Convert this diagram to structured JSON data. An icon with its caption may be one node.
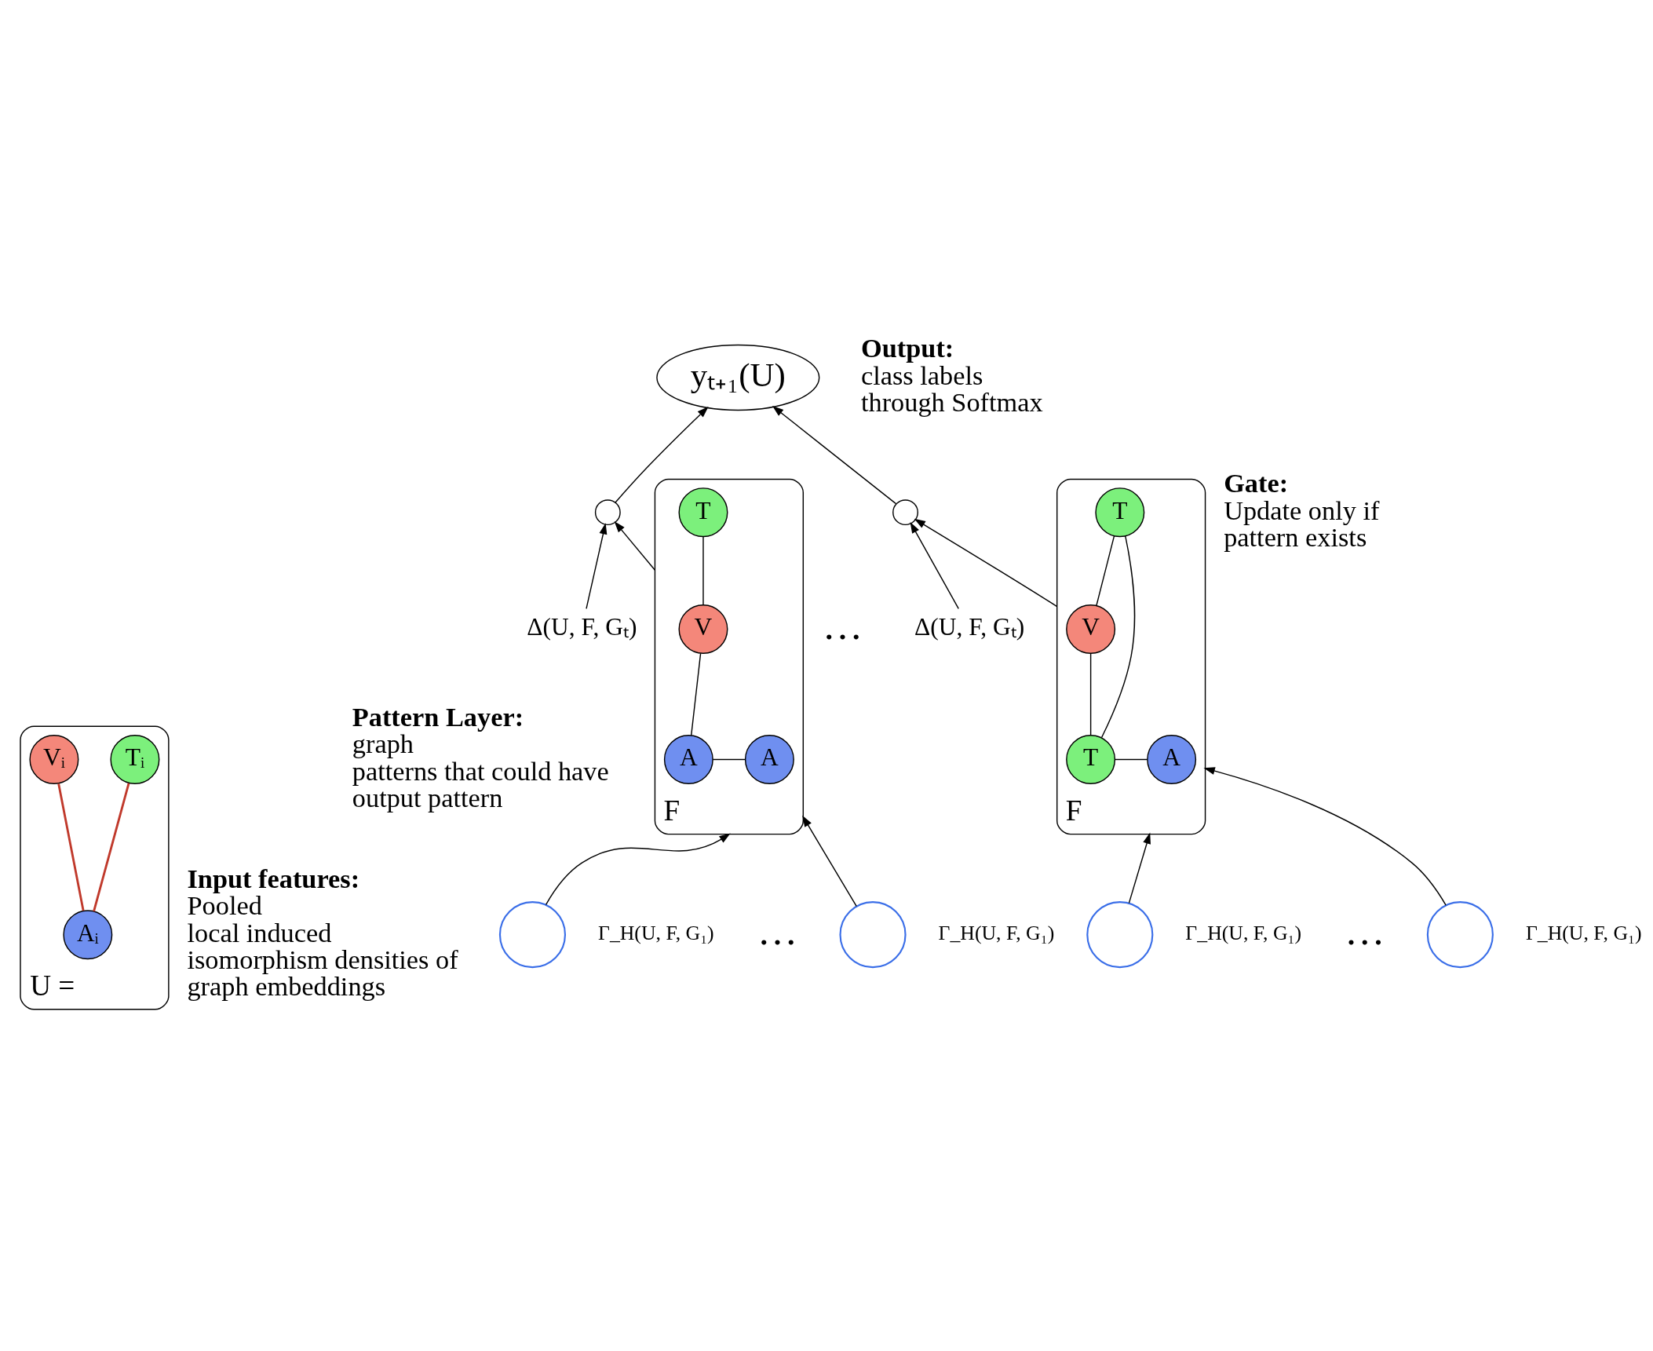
{
  "diagram": {
    "nodes": [
      {
        "text": [
          "U ="
        ]
      },
      {
        "text": [
          "Vᵢ"
        ],
        "in": 0
      },
      {
        "text": [
          "Tᵢ"
        ],
        "in": 0
      },
      {
        "text": [
          "Aᵢ"
        ],
        "in": 0
      },
      {
        "text": [
          "yₜ₊₁(U)"
        ]
      },
      {
        "text": [],
        "shape": "circle"
      },
      {
        "text": [],
        "shape": "circle"
      },
      {
        "text": [
          "Δ(U, F, Gₜ)"
        ]
      },
      {
        "text": [
          "Δ(U, F, Gₜ)"
        ]
      },
      {
        "text": [
          "F"
        ]
      },
      {
        "text": [
          "V"
        ],
        "in": 9
      },
      {
        "text": [
          "T"
        ],
        "in": 9
      },
      {
        "text": [
          "A"
        ],
        "in": 9
      },
      {
        "text": [
          "A"
        ],
        "in": 9
      },
      {
        "text": [
          "F"
        ]
      },
      {
        "text": [
          "V"
        ],
        "in": 14
      },
      {
        "text": [
          "T"
        ],
        "in": 14
      },
      {
        "text": [
          "T"
        ],
        "in": 14
      },
      {
        "text": [
          "A"
        ],
        "in": 14
      },
      {
        "text": [],
        "shape": "circle",
        "beside": [
          "Γ_H(U, F, G₁)"
        ]
      },
      {
        "text": [],
        "shape": "circle",
        "beside": [
          "Γ_H(U, F, G₁)"
        ]
      },
      {
        "text": [],
        "shape": "circle",
        "beside": [
          "Γ_H(U, F, G₁)"
        ]
      },
      {
        "text": [],
        "shape": "circle",
        "beside": [
          "Γ_H(U, F, G₁)"
        ]
      }
    ],
    "edges": [
      {
        "from": 3,
        "to": 1,
        "arrow": "none",
        "color": "#c0392b"
      },
      {
        "from": 3,
        "to": 2,
        "arrow": "none",
        "color": "#c0392b"
      },
      {
        "from": 10,
        "to": 11,
        "arrow": "none"
      },
      {
        "from": 12,
        "to": 10,
        "arrow": "none"
      },
      {
        "from": 12,
        "to": 13,
        "arrow": "none"
      },
      {
        "from": 15,
        "to": 16,
        "arrow": "none"
      },
      {
        "from": 17,
        "to": 15,
        "arrow": "none"
      },
      {
        "from": 17,
        "to": 16,
        "arrow": "none"
      },
      {
        "from": 17,
        "to": 18,
        "arrow": "none"
      },
      {
        "from": 19,
        "to": 9,
        "arrow": "to"
      },
      {
        "from": 20,
        "to": 9,
        "arrow": "to"
      },
      {
        "from": 21,
        "to": 14,
        "arrow": "to"
      },
      {
        "from": 22,
        "to": 14,
        "arrow": "to"
      },
      {
        "from": 9,
        "to": 5,
        "arrow": "to"
      },
      {
        "from": 14,
        "to": 6,
        "arrow": "to"
      },
      {
        "from": 7,
        "to": 5,
        "arrow": "to"
      },
      {
        "from": 8,
        "to": 6,
        "arrow": "to"
      },
      {
        "from": 5,
        "to": 4,
        "arrow": "to"
      },
      {
        "from": 6,
        "to": 4,
        "arrow": "to"
      }
    ],
    "labels": [
      "**Output:** class labels through Softmax",
      "**Gate:** Update only if pattern exists",
      "**Pattern Layer:** graph patterns that could have output pattern",
      "…",
      "**Input features:** Pooled local induced isomorphism densities of graph embeddings",
      "…",
      "…"
    ]
  }
}
